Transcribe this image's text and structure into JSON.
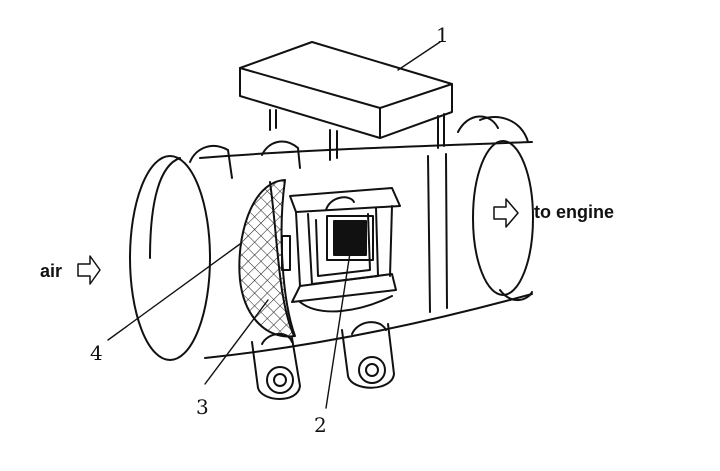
{
  "labels": {
    "air": "air",
    "to_engine": "to engine",
    "callout_1": "1",
    "callout_2": "2",
    "callout_3": "3",
    "callout_4": "4"
  },
  "colors": {
    "stroke": "#111111",
    "background": "#ffffff",
    "mesh": "#222222"
  },
  "icons": {
    "air_arrow": "outline-right-arrow-icon",
    "engine_arrow": "outline-right-arrow-icon"
  }
}
